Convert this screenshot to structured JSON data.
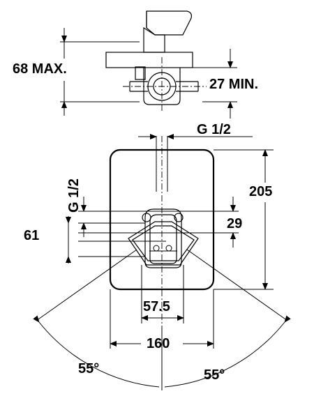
{
  "labels": {
    "depth_max": "68 MAX.",
    "depth_min": "27 MIN.",
    "thread_top": "G 1/2",
    "thread_side": "G 1/2",
    "height_205": "205",
    "offset_29": "29",
    "offset_61": "61",
    "width_57": "57.5",
    "width_160": "160",
    "angle_left": "55°",
    "angle_right": "55°"
  }
}
